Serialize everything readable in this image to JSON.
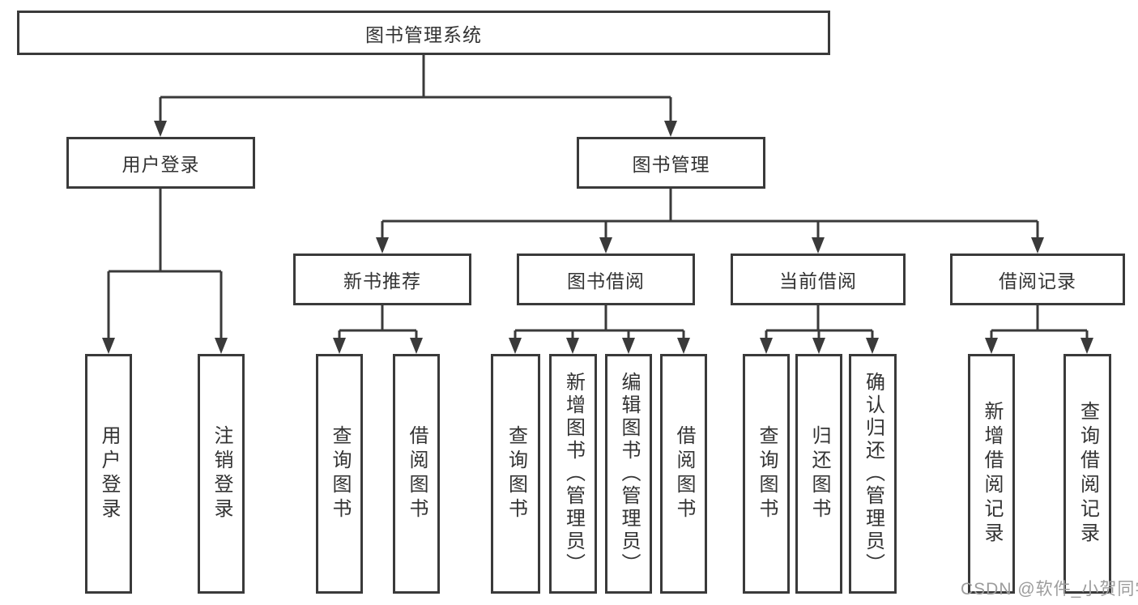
{
  "diagram": {
    "title": "图书管理系统",
    "root": {
      "label": "图书管理系统"
    },
    "level2": {
      "user_login": {
        "label": "用户登录"
      },
      "book_mgmt": {
        "label": "图书管理"
      }
    },
    "level3": {
      "new_book_rec": {
        "label": "新书推荐"
      },
      "book_borrowing": {
        "label": "图书借阅"
      },
      "current_borrowing": {
        "label": "当前借阅"
      },
      "borrowing_records": {
        "label": "借阅记录"
      }
    },
    "leaves": {
      "user_login_group": [
        "用户登录",
        "注销登录"
      ],
      "new_book_rec_group": [
        "查询图书",
        "借阅图书"
      ],
      "book_borrowing_group": [
        "查询图书",
        "新增图书（管理员）",
        "编辑图书（管理员）",
        "借阅图书"
      ],
      "current_borrowing_group": [
        "查询图书",
        "归还图书",
        "确认归还（管理员）"
      ],
      "borrowing_records_group": [
        "新增借阅记录",
        "查询借阅记录"
      ]
    }
  },
  "watermark": "CSDN @软件_小贺同学",
  "colors": {
    "line": "#3a3a3a",
    "border": "#3a3a3a",
    "text": "#333333",
    "watermark_text": "#9c9c9c",
    "background": "#ffffff"
  }
}
